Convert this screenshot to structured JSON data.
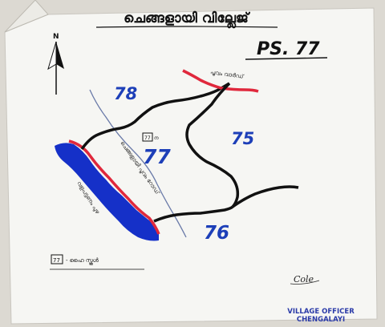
{
  "map": {
    "title": "ചെങ്ങളായി വില്ലേജ്",
    "north_label": "N",
    "ps_label": "PS. 77",
    "regions": [
      {
        "id": "78",
        "label": "78",
        "color": "#1d3fb8"
      },
      {
        "id": "77",
        "label": "77",
        "color": "#1d3fb8"
      },
      {
        "id": "75",
        "label": "75",
        "color": "#1d3fb8"
      },
      {
        "id": "76",
        "label": "76",
        "color": "#1d3fb8"
      }
    ],
    "building_code": "77",
    "building_suffix": "ന",
    "road_label": "ചെങ്ങളായി പൂവം റോഡ്",
    "river_label": "വളപട്ടണം പുഴ",
    "boundary_label": "പൂവം വാർഡ്",
    "legend_code": "77",
    "legend_text": "- ഹൈ സ്കൂൾ",
    "signature": "Cole",
    "stamp_line1": "VILLAGE OFFICER",
    "stamp_line2": "CHENGALAYI",
    "colors": {
      "river": "#1530c8",
      "red_boundary": "#e0283c",
      "boundary": "#111111",
      "road": "#6a7aa8",
      "number_ink": "#1d3fb8"
    }
  }
}
